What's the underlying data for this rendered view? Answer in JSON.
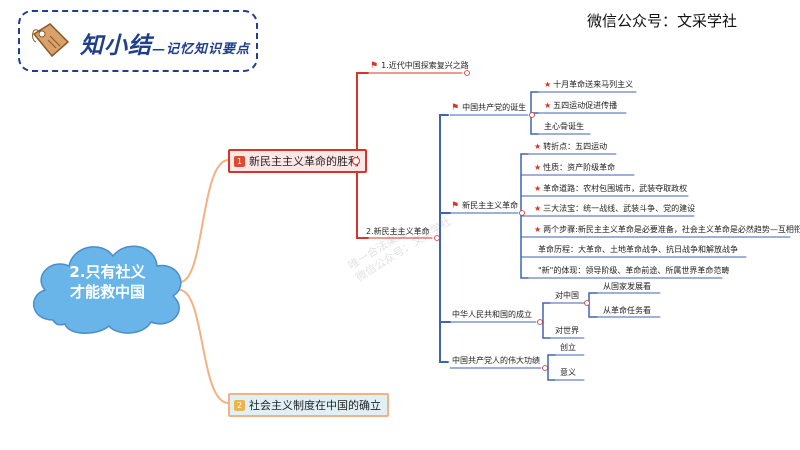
{
  "banner": {
    "title": "知小结",
    "subtitle": "—记忆知识要点"
  },
  "wechat_label": "微信公众号：文采学社",
  "central": {
    "line1": "2.只有社义",
    "line2": "才能救中国"
  },
  "branch1": {
    "num": "1",
    "label": "新民主主义革命的胜利"
  },
  "branch2": {
    "num": "2",
    "label": "社会主义制度在中国的确立"
  },
  "node_1_1": "1.近代中国探索复兴之路",
  "node_1_2": "2.新民主主义革命",
  "cpc_founding": {
    "label": "中国共产党的诞生",
    "items": [
      "十月革命送来马列主义",
      "五四运动促进传播",
      "主心骨诞生"
    ]
  },
  "new_democratic": {
    "label": "新民主主义革命",
    "items": [
      "转折点：五四运动",
      "性质：资产阶级革命",
      "革命道路：农村包围城市，武装夺取政权",
      "三大法宝：统一战线、武装斗争、党的建设",
      "两个步骤:新民主主义革命是必要准备，社会主义革命是必然趋势—互相衔接",
      "革命历程：大革命、土地革命战争、抗日战争和解放战争",
      "\"新\"的体现：领导阶级、革命前途、所属世界革命范畴"
    ]
  },
  "prc_founding": {
    "label": "中华人民共和国的成立",
    "china": "对中国",
    "china_items": [
      "从国家发展看",
      "从革命任务看"
    ],
    "world": "对世界"
  },
  "cpc_achievement": {
    "label": "中国共产党人的伟大功绩",
    "items": [
      "创立",
      "意义"
    ]
  },
  "watermark": {
    "line1": "唯一合法渠道",
    "line2": "微信公众号：文采学社"
  },
  "colors": {
    "red": "#d9342b",
    "blue": "#3f63b5",
    "orange": "#f4b183",
    "cloud": "#69b4e8",
    "banner": "#1f3f8a"
  }
}
